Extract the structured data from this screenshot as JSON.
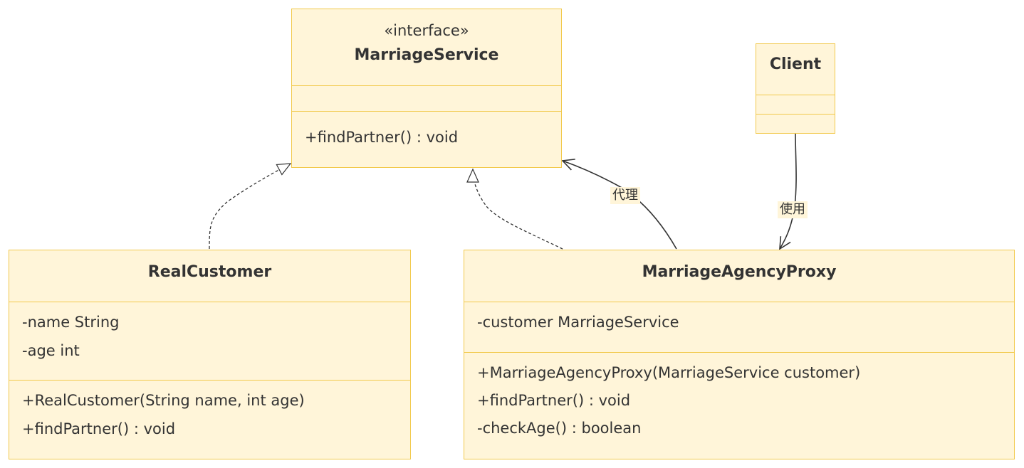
{
  "diagram": {
    "marriage_service": {
      "stereotype": "«interface»",
      "name": "MarriageService",
      "attributes": [],
      "methods": [
        "+findPartner() : void"
      ]
    },
    "client": {
      "name": "Client",
      "attributes": [],
      "methods": []
    },
    "real_customer": {
      "name": "RealCustomer",
      "attributes": [
        "-name String",
        "-age int"
      ],
      "methods": [
        "+RealCustomer(String name, int age)",
        "+findPartner() : void"
      ]
    },
    "proxy": {
      "name": "MarriageAgencyProxy",
      "attributes": [
        "-customer MarriageService"
      ],
      "methods": [
        "+MarriageAgencyProxy(MarriageService customer)",
        "+findPartner() : void",
        "-checkAge() : boolean"
      ]
    },
    "edges": {
      "proxy_label": "代理",
      "use_label": "使用"
    },
    "colors": {
      "fill": "#fff5d9",
      "border": "#f2c94c",
      "line": "#333333",
      "text": "#333333"
    }
  }
}
